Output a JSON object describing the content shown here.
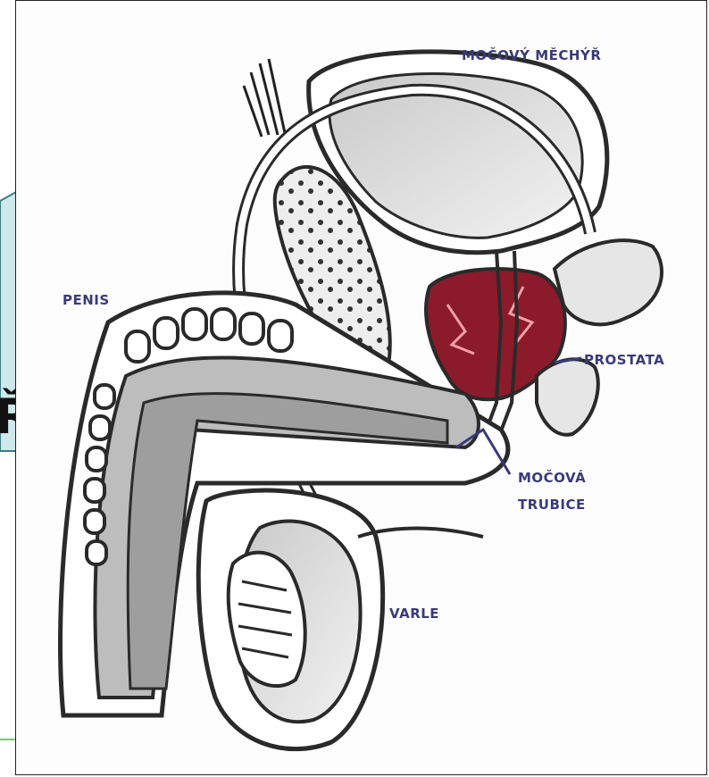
{
  "slide": {
    "fragment_letter": "Ř"
  },
  "diagram": {
    "labels": {
      "bladder": "MOČOVÝ MĚCHÝŘ",
      "penis": "PENIS",
      "prostate": "PROSTATA",
      "urethra_line1": "MOČOVÁ",
      "urethra_line2": "TRUBICE",
      "testis": "VARLE"
    },
    "colors": {
      "label": "#3a3a78",
      "prostate": "#8b1a2a",
      "tissue": "#d9d9d9",
      "outline": "#2a2a2a"
    }
  }
}
